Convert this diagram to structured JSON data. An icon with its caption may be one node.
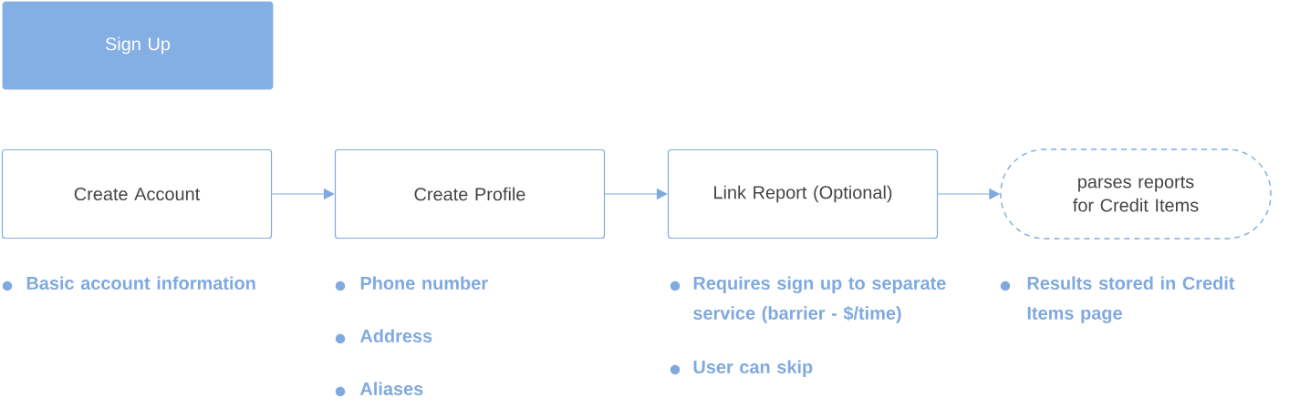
{
  "diagram": {
    "nodes": [
      {
        "text": [
          "Sign Up"
        ]
      },
      {
        "text": [
          "Create Account"
        ],
        "beside": [
          "Basic account information"
        ]
      },
      {
        "text": [
          "Create Profile"
        ],
        "beside": [
          "Phone number",
          "Address",
          "Aliases"
        ]
      },
      {
        "text": [
          "Link Report (Optional)"
        ],
        "beside": [
          "Requires sign up to separate service (barrier - $/time)",
          "User can skip"
        ]
      },
      {
        "text": [
          "parses reports for Credit Items"
        ],
        "beside": [
          "Results stored in Credit Items page"
        ]
      }
    ],
    "edges": [
      {
        "from": 1,
        "to": 2,
        "arrow": "to"
      },
      {
        "from": 2,
        "to": 3,
        "arrow": "to"
      },
      {
        "from": 3,
        "to": 4,
        "arrow": "to"
      }
    ]
  }
}
